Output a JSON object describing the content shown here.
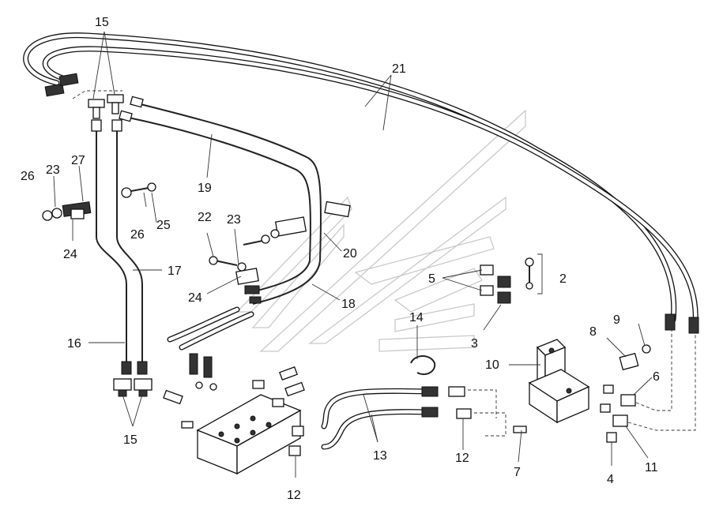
{
  "labels": {
    "p15_top": "15",
    "p21": "21",
    "p27": "27",
    "p23_left": "23",
    "p26_left": "26",
    "p24_left": "24",
    "p19": "19",
    "p26_mid": "26",
    "p25": "25",
    "p22": "22",
    "p23_mid": "23",
    "p20": "20",
    "p24_mid": "24",
    "p18": "18",
    "p17": "17",
    "p16": "16",
    "p15_bottom": "15",
    "p5": "5",
    "p2": "2",
    "p3": "3",
    "p14": "14",
    "p9": "9",
    "p8": "8",
    "p10": "10",
    "p6": "6",
    "p13": "13",
    "p12_mid": "12",
    "p12_bottom": "12",
    "p7": "7",
    "p4": "4",
    "p11": "11"
  }
}
